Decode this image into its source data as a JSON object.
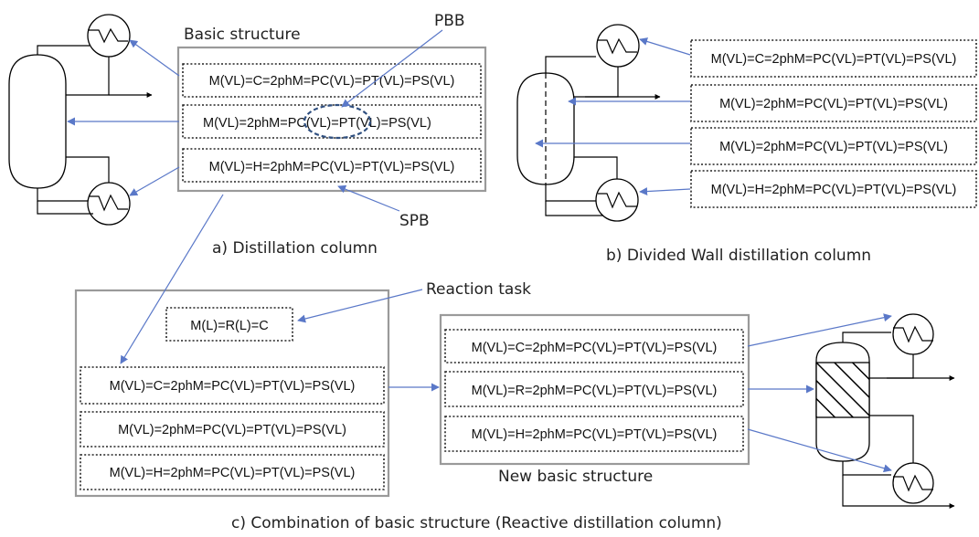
{
  "panel_a": {
    "header": "Basic structure",
    "rows": [
      "M(VL)=C=2phM=PC(VL)=PT(VL)=PS(VL)",
      "M(VL)=2phM=",
      "PC(VL)",
      "=PT(VL)=PS(VL)",
      "M(VL)=H=2phM=PC(VL)=PT(VL)=PS(VL)"
    ],
    "pbb_label": "PBB",
    "spb_label": "SPB",
    "caption": "a)  Distillation column"
  },
  "panel_b": {
    "rows": [
      "M(VL)=C=2phM=PC(VL)=PT(VL)=PS(VL)",
      "M(VL)=2phM=PC(VL)=PT(VL)=PS(VL)",
      "M(VL)=2phM=PC(VL)=PT(VL)=PS(VL)",
      "M(VL)=H=2phM=PC(VL)=PT(VL)=PS(VL)"
    ],
    "caption": "b)  Divided Wall distillation column"
  },
  "panel_c": {
    "reaction_label": "Reaction task",
    "reaction_box": "M(L)=R(L)=C",
    "left_rows": [
      "M(VL)=C=2phM=PC(VL)=PT(VL)=PS(VL)",
      "M(VL)=2phM=PC(VL)=PT(VL)=PS(VL)",
      "M(VL)=H=2phM=PC(VL)=PT(VL)=PS(VL)"
    ],
    "new_rows": [
      "M(VL)=C=2phM=PC(VL)=PT(VL)=PS(VL)",
      "M(VL)=R=2phM=PC(VL)=PT(VL)=PS(VL)",
      "M(VL)=H=2phM=PC(VL)=PT(VL)=PS(VL)"
    ],
    "new_label": "New basic structure",
    "caption": "c)  Combination of basic structure (Reactive distillation column)"
  },
  "colors": {
    "arrow": "#5a78c8",
    "outer_box": "#9a9a9a",
    "ellipse": "#2f4f7f"
  }
}
